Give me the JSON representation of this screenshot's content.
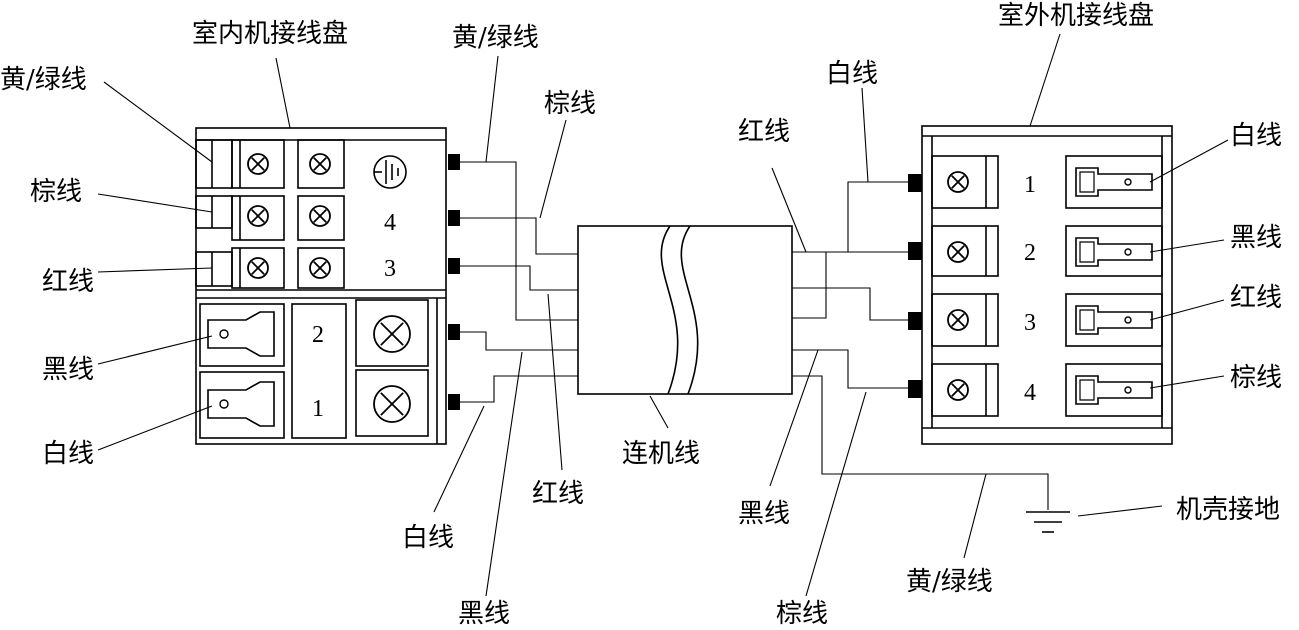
{
  "panels": {
    "indoor": {
      "title": "室内机接线盘",
      "terminal_numbers": [
        "4",
        "3",
        "2",
        "1"
      ]
    },
    "outdoor": {
      "title": "室外机接线盘",
      "terminal_numbers": [
        "1",
        "2",
        "3",
        "4"
      ]
    }
  },
  "cable": {
    "label": "连机线"
  },
  "wire_labels": {
    "indoor_left": [
      "黄/绿线",
      "棕线",
      "红线",
      "黑线",
      "白线"
    ],
    "indoor_top_yellow_green": "黄/绿线",
    "indoor_top_brown": "棕线",
    "indoor_bottom_red": "红线",
    "indoor_bottom_white": "白线",
    "indoor_bottom_black": "黑线",
    "outdoor_top_white": "白线",
    "outdoor_top_red": "红线",
    "outdoor_bottom_black": "黑线",
    "outdoor_bottom_brown": "棕线",
    "outdoor_bottom_yellow_green": "黄/绿线",
    "outdoor_right": [
      "白线",
      "黑线",
      "红线",
      "棕线"
    ]
  },
  "ground": {
    "label": "机壳接地",
    "icon": "ground-icon"
  },
  "icons": {
    "screw": "screw-terminal-icon",
    "lug": "ring-lug-icon",
    "ground_symbol": "earth-ground-icon"
  },
  "colors": {
    "ink": "#000000",
    "paper": "#ffffff",
    "connector": "#000000"
  }
}
